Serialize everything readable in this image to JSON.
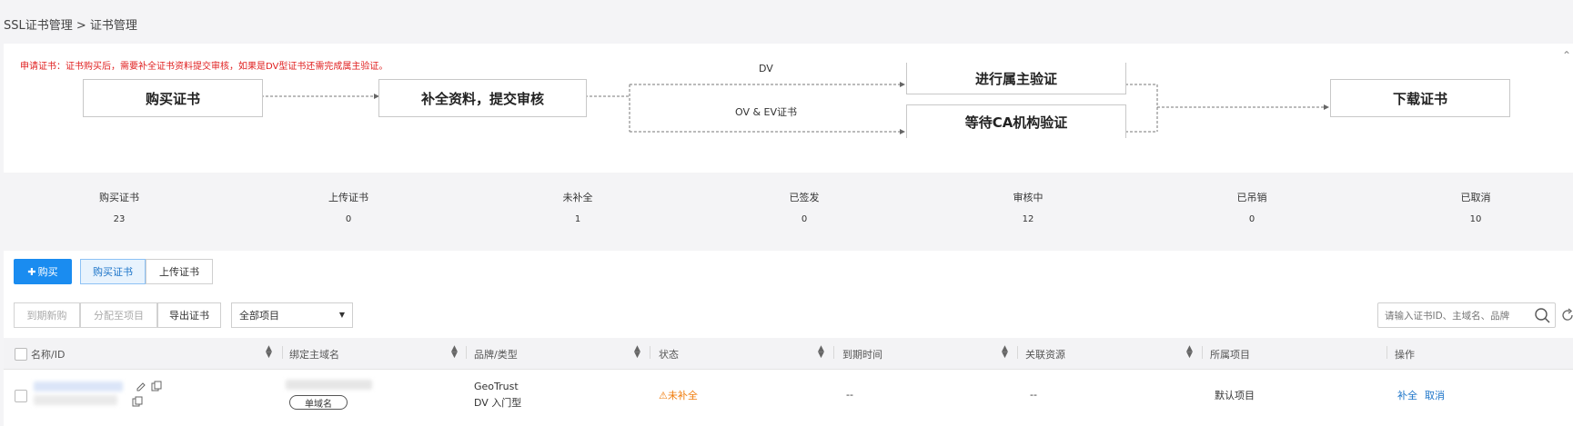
{
  "breadcrumb": "SSL证书管理 > 证书管理",
  "flow": {
    "note": "申请证书：证书购买后，需要补全证书资料提交审核，如果是DV型证书还需完成属主验证。",
    "steps": {
      "buy": "购买证书",
      "submit": "补全资料，提交审核",
      "owner_verify": "进行属主验证",
      "ca_verify": "等待CA机构验证",
      "download": "下载证书"
    },
    "labels": {
      "dv": "DV",
      "ov_ev": "OV & EV证书"
    }
  },
  "stats": [
    {
      "label": "购买证书",
      "value": "23"
    },
    {
      "label": "上传证书",
      "value": "0"
    },
    {
      "label": "未补全",
      "value": "1"
    },
    {
      "label": "已签发",
      "value": "0"
    },
    {
      "label": "审核中",
      "value": "12"
    },
    {
      "label": "已吊销",
      "value": "0"
    },
    {
      "label": "已取消",
      "value": "10"
    }
  ],
  "toolbar": {
    "buy_label": "购买",
    "tab_buy": "购买证书",
    "tab_upload": "上传证书",
    "renew": "到期新购",
    "assign": "分配至项目",
    "export": "导出证书",
    "project_select": "全部项目",
    "search_placeholder": "请输入证书ID、主域名、品牌"
  },
  "table": {
    "headers": {
      "name": "名称/ID",
      "domain": "绑定主域名",
      "brand": "品牌/类型",
      "status": "状态",
      "expire": "到期时间",
      "resource": "关联资源",
      "project": "所属项目",
      "action": "操作"
    },
    "rows": [
      {
        "domain_tag": "单域名",
        "brand": "GeoTrust",
        "type": "DV 入门型",
        "status": "未补全",
        "expire": "--",
        "resource": "--",
        "project": "默认项目",
        "action_complete": "补全",
        "action_cancel": "取消"
      }
    ]
  },
  "colors": {
    "accent": "#1a8cf0",
    "warning": "#f07b0a",
    "note_red": "#e02020"
  }
}
